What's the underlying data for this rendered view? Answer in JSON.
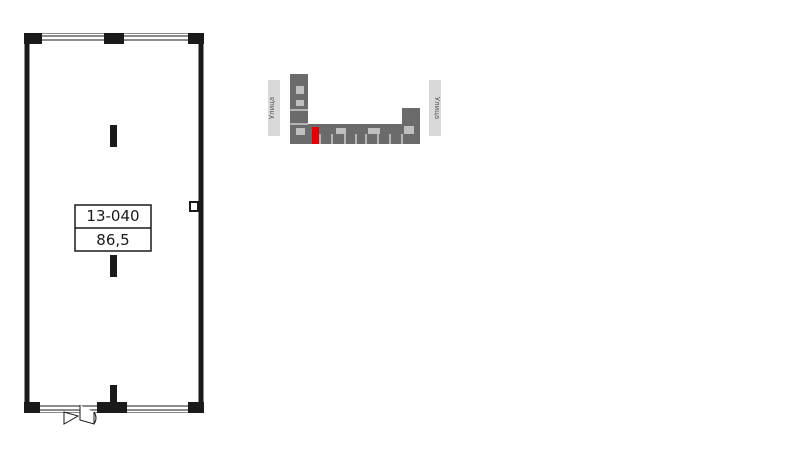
{
  "unit": {
    "number": "13-040",
    "area": "86,5"
  },
  "site_plan": {
    "street_label_left": "Улица",
    "street_label_right": "Улица",
    "highlight_color": "#e60000",
    "building_color": "#6b6b6b",
    "street_color": "#d9d9d9"
  },
  "colors": {
    "wall": "#1a1a1a",
    "background": "#ffffff"
  }
}
